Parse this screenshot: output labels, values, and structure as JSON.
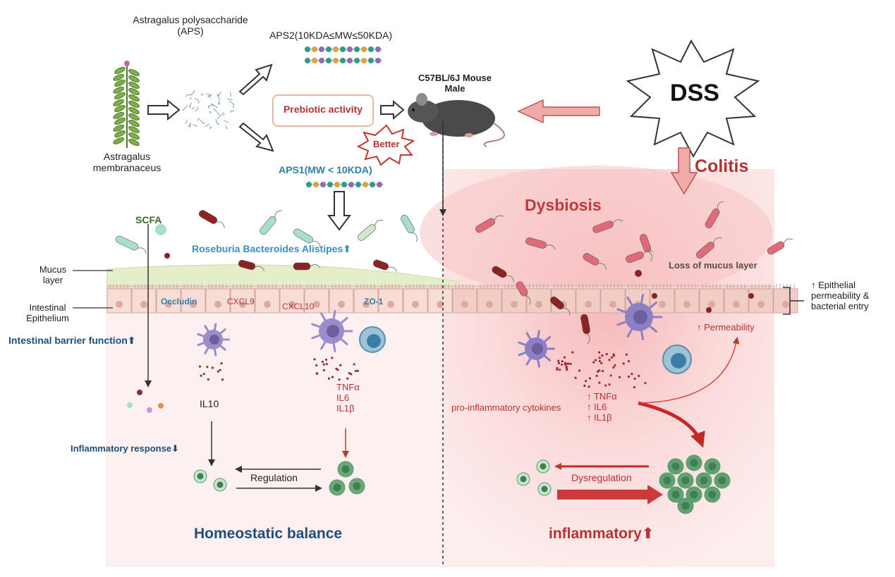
{
  "labels": {
    "aps_title": "Astragalus polysaccharide\n(APS)",
    "aps2": "APS2(10KDA≤MW≤50KDA)",
    "aps1": "APS1(MW < 10KDA)",
    "plant": "Astragalus\nmembranaceus",
    "prebiotic": "Prebiotic activity",
    "better": "Better",
    "mouse": "C57BL/6J  Mouse\nMale",
    "dss": "DSS",
    "colitis": "Colitis",
    "dysbiosis": "Dysbiosis",
    "scfa": "SCFA",
    "bacteria": "Roseburia Bacteroides Alistipes⬆",
    "mucus_layer": "Mucus\nlayer",
    "intestinal_epithelium": "Intestinal\nEpithelium",
    "occludin": "Occludin",
    "cxcl9": "CXCL9",
    "cxcl10": "CXCL10",
    "zo1": "ZO-1",
    "loss_mucus": "Loss of mucus layer",
    "epithelial_perm": "↑ Epithelial\npermeability &\nbacterial entry",
    "barrier": "Intestinal barrier function⬆",
    "permeability": "↑ Permeability",
    "il10": "IL10",
    "tnf_left": "TNFα\nIL6\nIL1β",
    "pro_inflam": "pro-inflammatory cytokines",
    "tnf_right": "↑ TNFα\n↑ IL6\n↑ IL1β",
    "inflam_response": "Inflammatory response⬇",
    "regulation": "Regulation",
    "dysregulation": "Dysregulation",
    "homeostatic": "Homeostatic balance",
    "inflammatory": "inflammatory⬆"
  },
  "colors": {
    "dark_blue": "#1f4e79",
    "teal": "#2f7fa8",
    "red": "#b53234",
    "pink_bg": "#fbe9e9",
    "mucus": "#e4efc9",
    "salmon_arrow": "#f0aaa8"
  }
}
